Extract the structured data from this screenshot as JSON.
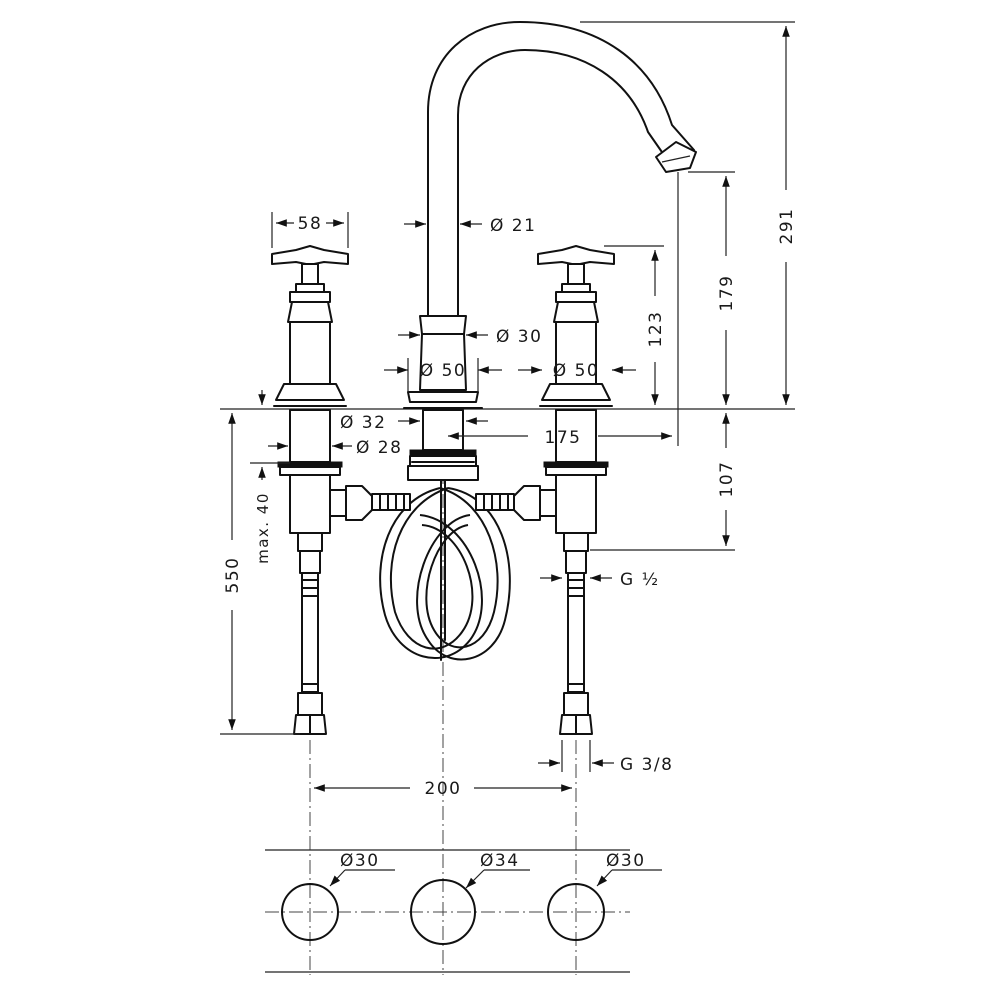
{
  "dimensions": {
    "handle_width": "58",
    "spout_tube": "Ø 21",
    "spout_neck": "Ø 30",
    "base_left": "Ø 50",
    "base_right": "Ø 50",
    "spout_shank": "Ø 32",
    "valve_shank": "Ø 28",
    "spout_reach": "175",
    "handle_height": "123",
    "spout_outlet_height": "179",
    "total_height": "291",
    "below_deck": "107",
    "hose_length": "550",
    "deck_thickness": "max. 40",
    "thread_upper": "G ½",
    "thread_lower": "G 3/8",
    "handle_spacing": "200",
    "hole_left": "Ø30",
    "hole_center": "Ø34",
    "hole_right": "Ø30"
  }
}
